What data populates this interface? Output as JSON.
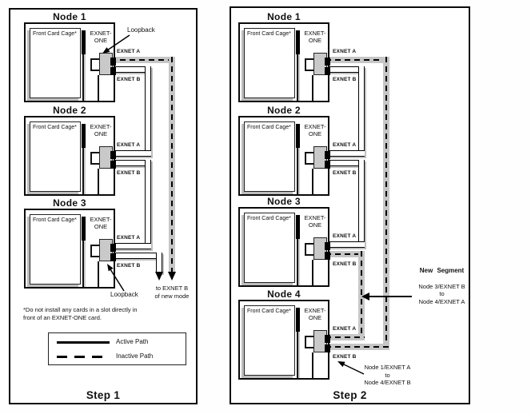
{
  "diagram": {
    "panels": [
      {
        "step_label": "Step 1",
        "nodes": [
          {
            "title": "Node 1",
            "cage_label": "Front Card Cage*",
            "card_line1": "EXNET-",
            "card_line2": "ONE",
            "exnet_a": "EXNET A",
            "exnet_b": "EXNET B"
          },
          {
            "title": "Node 2",
            "cage_label": "Front Card Cage*",
            "card_line1": "EXNET-",
            "card_line2": "ONE",
            "exnet_a": "EXNET A",
            "exnet_b": "EXNET B"
          },
          {
            "title": "Node 3",
            "cage_label": "Front Card Cage*",
            "card_line1": "EXNET-",
            "card_line2": "ONE",
            "exnet_a": "EXNET A",
            "exnet_b": "EXNET B"
          }
        ],
        "loopback_top_label": "Loopback",
        "loopback_bottom_label": "Loopback",
        "exit_caption_line1": "to EXNET B",
        "exit_caption_line2": "of new mode",
        "footnote_line1": "*Do not install any cards in a slot directly in",
        "footnote_line2": "front of an EXNET-ONE card.",
        "legend": {
          "active_label": "Active Path",
          "inactive_label": "Inactive Path"
        }
      },
      {
        "step_label": "Step 2",
        "nodes": [
          {
            "title": "Node 1",
            "cage_label": "Front Card Cage*",
            "card_line1": "EXNET-",
            "card_line2": "ONE",
            "exnet_a": "EXNET A",
            "exnet_b": "EXNET B"
          },
          {
            "title": "Node 2",
            "cage_label": "Front Card Cage*",
            "card_line1": "EXNET-",
            "card_line2": "ONE",
            "exnet_a": "EXNET A",
            "exnet_b": "EXNET B"
          },
          {
            "title": "Node 3",
            "cage_label": "Front Card Cage*",
            "card_line1": "EXNET-",
            "card_line2": "ONE",
            "exnet_a": "EXNET A",
            "exnet_b": "EXNET B"
          },
          {
            "title": "Node 4",
            "cage_label": "Front Card Cage*",
            "card_line1": "EXNET-",
            "card_line2": "ONE",
            "exnet_a": "EXNET A",
            "exnet_b": "EXNET B"
          }
        ],
        "new_segment_title": "New Segment",
        "new_segment_line1": "Node 3/EXNET B",
        "new_segment_line2": "to",
        "new_segment_line3": "Node 4/EXNET A",
        "callout_line1": "Node 1/EXNET A",
        "callout_line2": "to",
        "callout_line3": "Node 4/EXNET B"
      }
    ],
    "colors": {
      "cable_gray": "#c6c6c6",
      "connector_gray": "#c9c9c9",
      "line_black": "#0a0a0a"
    }
  }
}
